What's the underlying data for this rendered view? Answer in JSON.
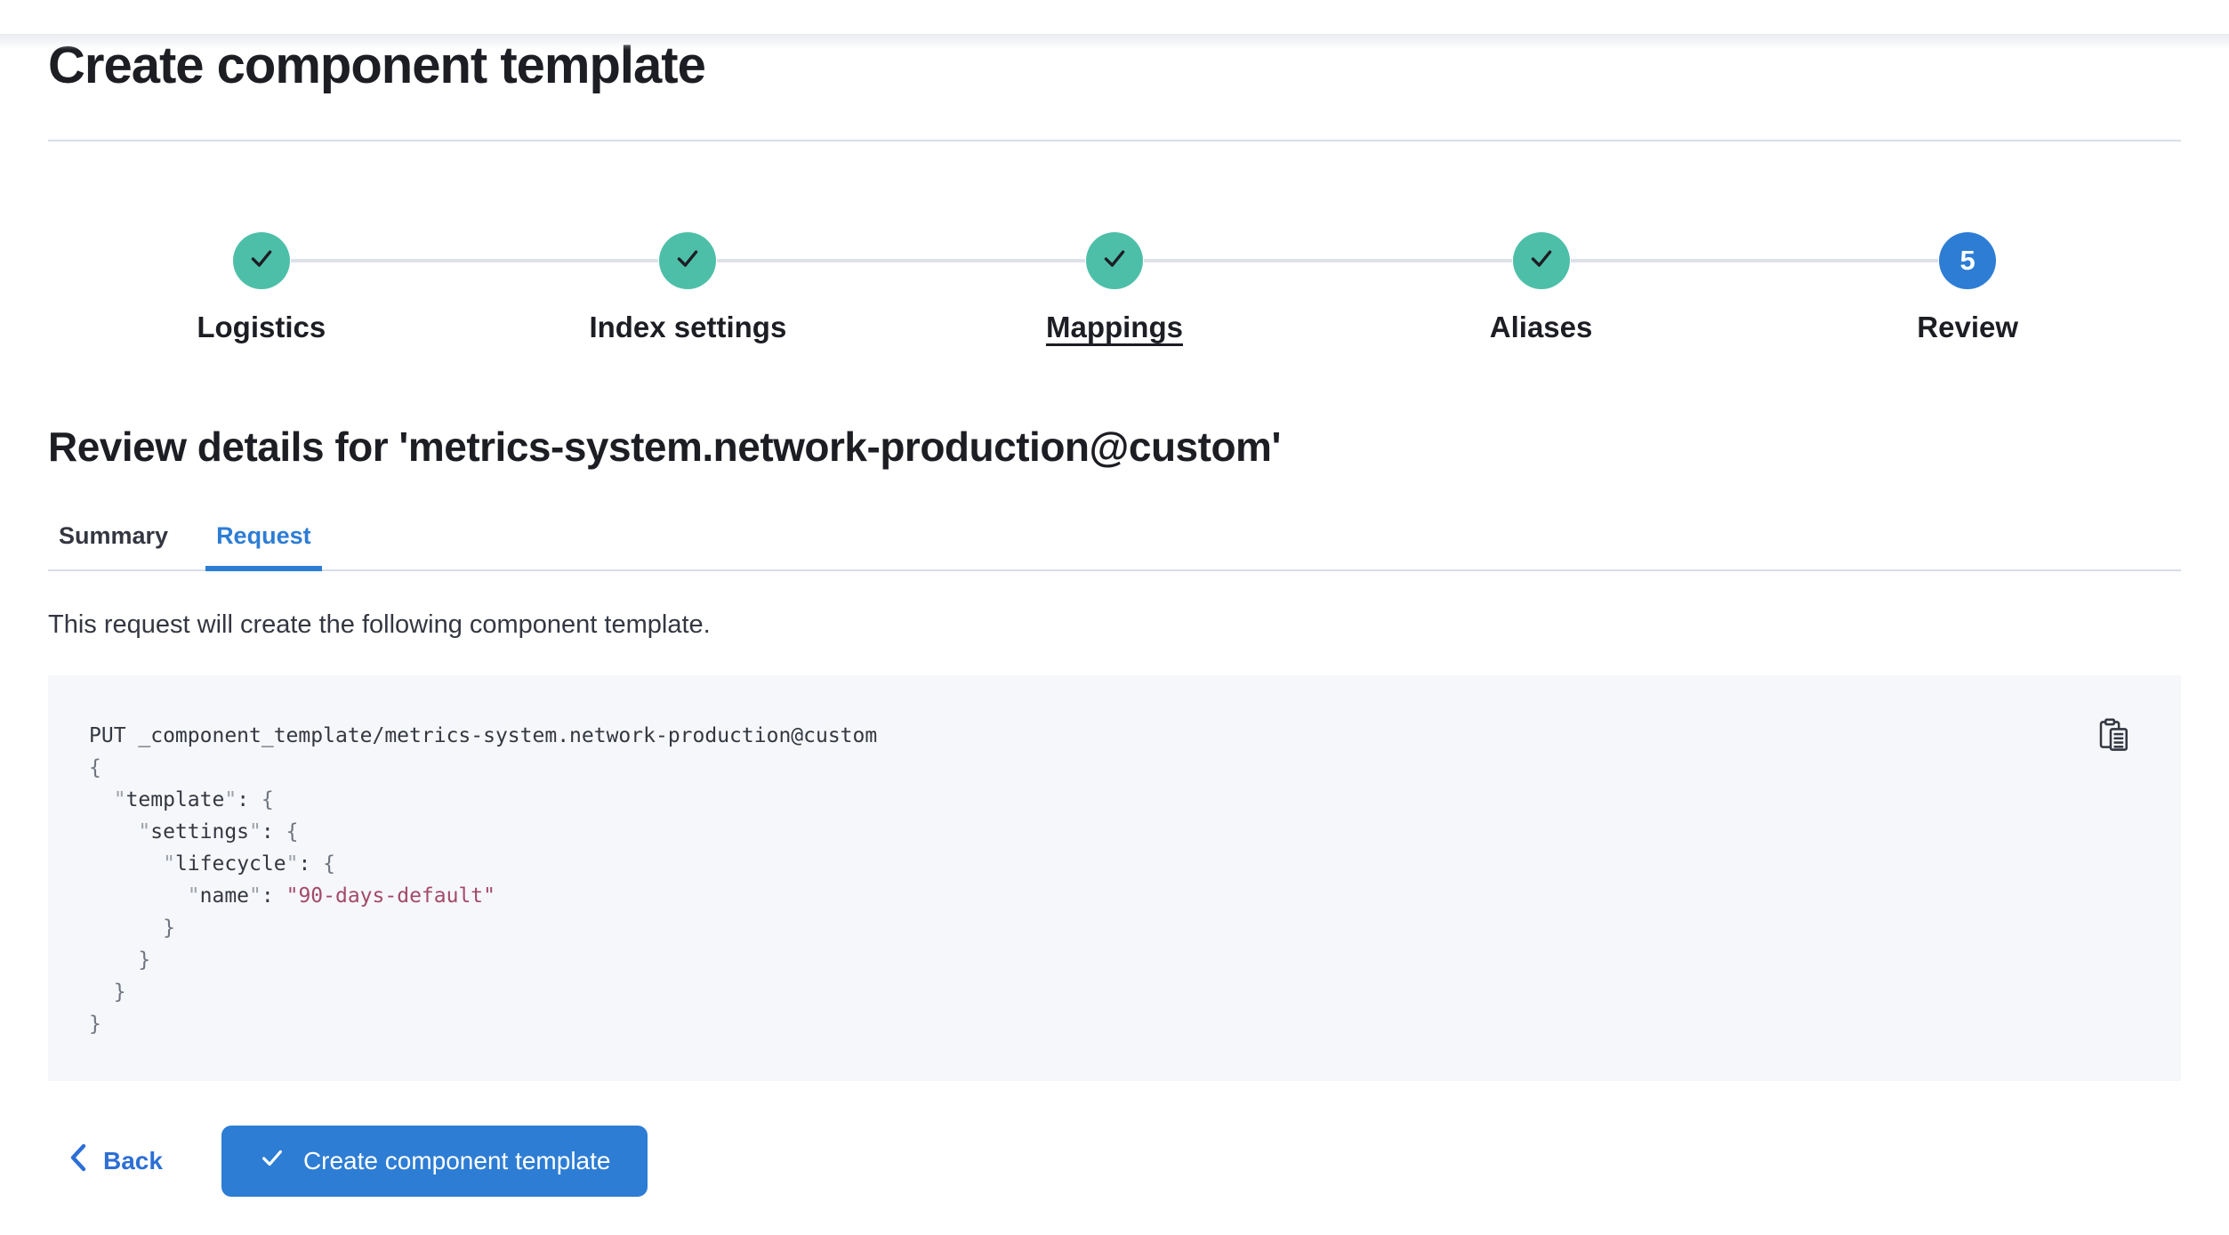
{
  "page": {
    "title": "Create component template"
  },
  "stepper": {
    "steps": [
      {
        "label": "Logistics",
        "status": "complete",
        "icon": "check-icon",
        "underlined": false
      },
      {
        "label": "Index settings",
        "status": "complete",
        "icon": "check-icon",
        "underlined": false
      },
      {
        "label": "Mappings",
        "status": "complete",
        "icon": "check-icon",
        "underlined": true
      },
      {
        "label": "Aliases",
        "status": "complete",
        "icon": "check-icon",
        "underlined": false
      },
      {
        "label": "Review",
        "status": "current",
        "number": "5",
        "underlined": false
      }
    ]
  },
  "review": {
    "heading": "Review details for 'metrics-system.network-production@custom'",
    "tabs": [
      {
        "label": "Summary",
        "active": false
      },
      {
        "label": "Request",
        "active": true
      }
    ],
    "description": "This request will create the following component template."
  },
  "code": {
    "copy_icon": "copy-clipboard-icon",
    "lines": [
      [
        [
          "plain",
          "PUT _component_template/metrics-system.network-production@custom"
        ]
      ],
      [
        [
          "p",
          "{"
        ]
      ],
      [
        [
          "plain",
          "  "
        ],
        [
          "q",
          "\""
        ],
        [
          "k",
          "template"
        ],
        [
          "q",
          "\""
        ],
        [
          "plain",
          ": "
        ],
        [
          "p",
          "{"
        ]
      ],
      [
        [
          "plain",
          "    "
        ],
        [
          "q",
          "\""
        ],
        [
          "k",
          "settings"
        ],
        [
          "q",
          "\""
        ],
        [
          "plain",
          ": "
        ],
        [
          "p",
          "{"
        ]
      ],
      [
        [
          "plain",
          "      "
        ],
        [
          "q",
          "\""
        ],
        [
          "k",
          "lifecycle"
        ],
        [
          "q",
          "\""
        ],
        [
          "plain",
          ": "
        ],
        [
          "p",
          "{"
        ]
      ],
      [
        [
          "plain",
          "        "
        ],
        [
          "q",
          "\""
        ],
        [
          "k",
          "name"
        ],
        [
          "q",
          "\""
        ],
        [
          "plain",
          ": "
        ],
        [
          "s",
          "\"90-days-default\""
        ]
      ],
      [
        [
          "p",
          "      }"
        ]
      ],
      [
        [
          "p",
          "    }"
        ]
      ],
      [
        [
          "p",
          "  }"
        ]
      ],
      [
        [
          "p",
          "}"
        ]
      ]
    ]
  },
  "footer": {
    "back_label": "Back",
    "back_icon": "chevron-left-icon",
    "create_label": "Create component template",
    "create_icon": "check-icon"
  },
  "colors": {
    "accent_blue": "#2d7dd4",
    "success_teal": "#4dbfa8",
    "heading_text": "#1d1e24",
    "body_text": "#343741",
    "divider": "#d8dee8",
    "code_background": "#f6f7fa",
    "code_string": "#a34a68"
  }
}
